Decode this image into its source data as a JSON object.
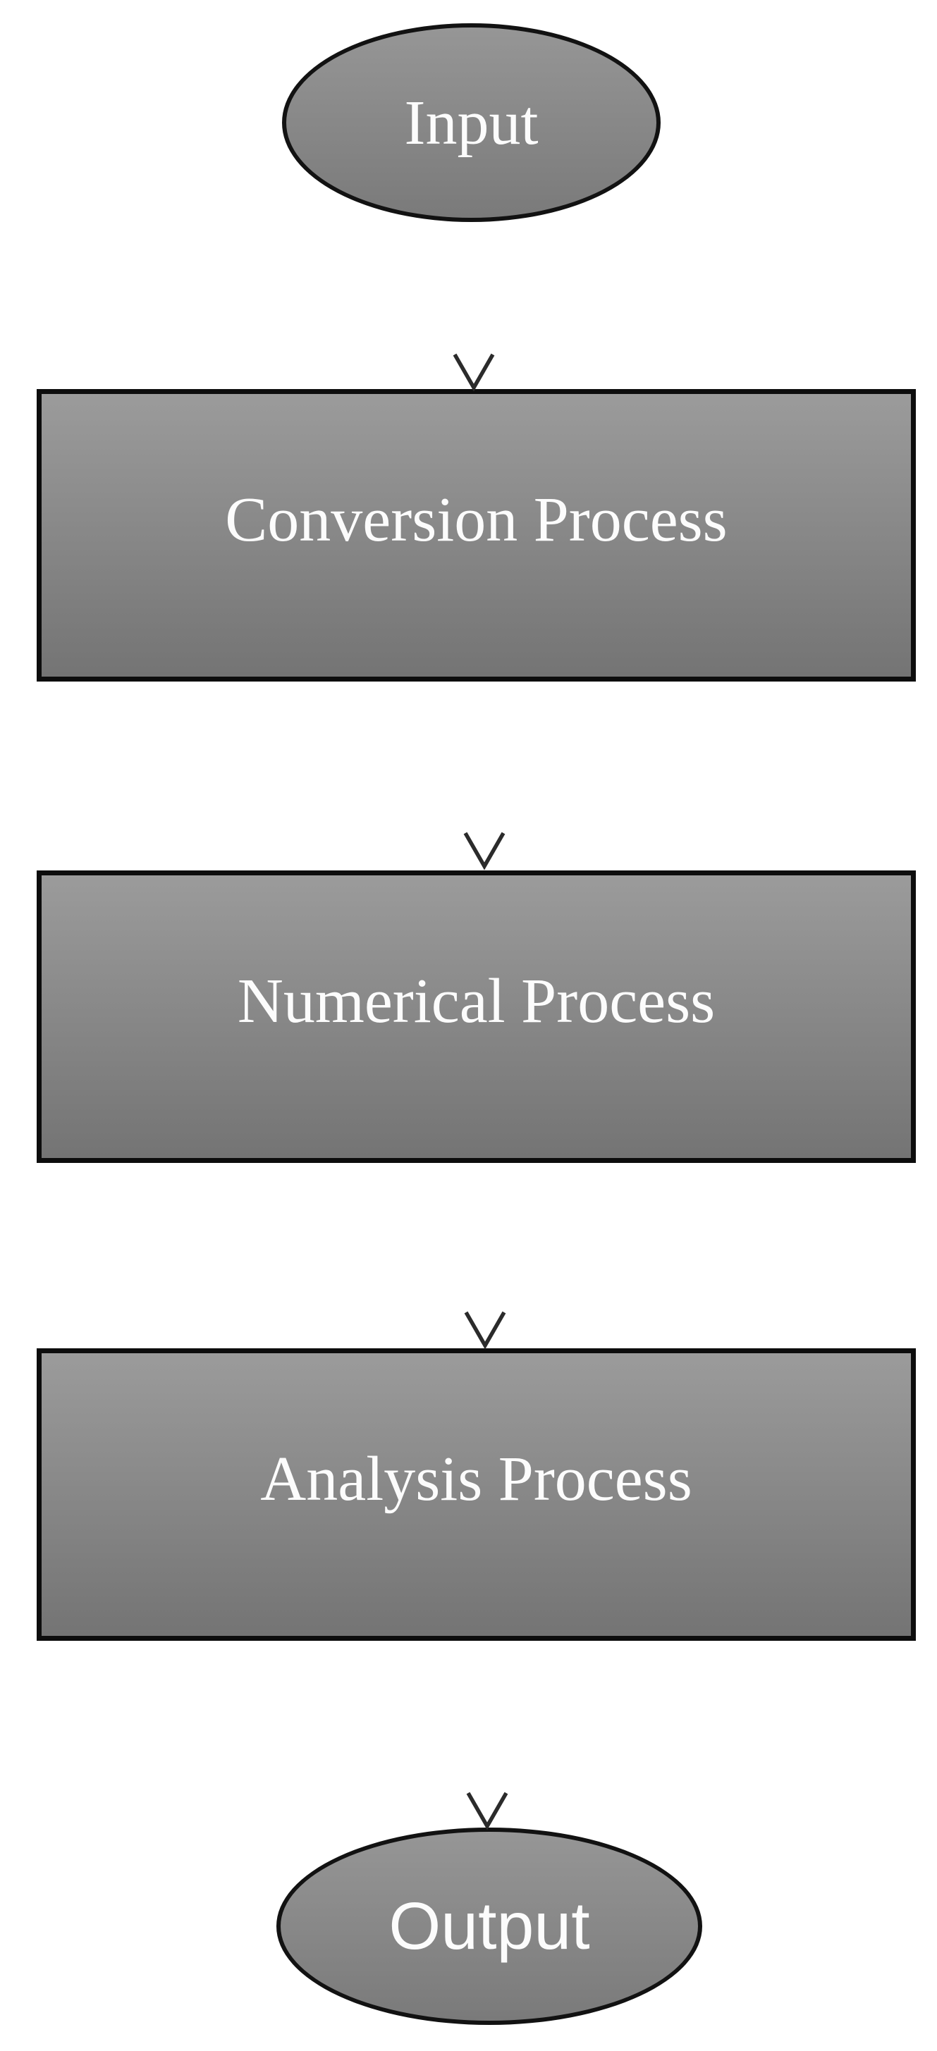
{
  "diagram": {
    "type": "flowchart",
    "orientation": "top-to-bottom",
    "background": "#ffffff",
    "palette": {
      "node_fill_top": "#9b9b9b",
      "node_fill_bottom": "#747474",
      "node_border": "#0d0d0d",
      "label_color": "#fcfcfc",
      "arrow_line_start": "#0d0d0d",
      "arrow_line_end": "#9a9a9a",
      "arrow_head": "#2b2b2b"
    },
    "nodes": [
      {
        "id": "input",
        "shape": "ellipse",
        "label": "Input"
      },
      {
        "id": "conversion",
        "shape": "rectangle",
        "label": "Conversion Process"
      },
      {
        "id": "numerical",
        "shape": "rectangle",
        "label": "Numerical Process"
      },
      {
        "id": "analysis",
        "shape": "rectangle",
        "label": "Analysis Process"
      },
      {
        "id": "output",
        "shape": "ellipse",
        "label": "Output"
      }
    ],
    "edges": [
      {
        "from": "input",
        "to": "conversion",
        "direction": "down",
        "style": "open-arrowhead"
      },
      {
        "from": "conversion",
        "to": "numerical",
        "direction": "down",
        "style": "open-arrowhead"
      },
      {
        "from": "numerical",
        "to": "analysis",
        "direction": "down",
        "style": "open-arrowhead"
      },
      {
        "from": "analysis",
        "to": "output",
        "direction": "down",
        "style": "open-arrowhead"
      }
    ]
  }
}
